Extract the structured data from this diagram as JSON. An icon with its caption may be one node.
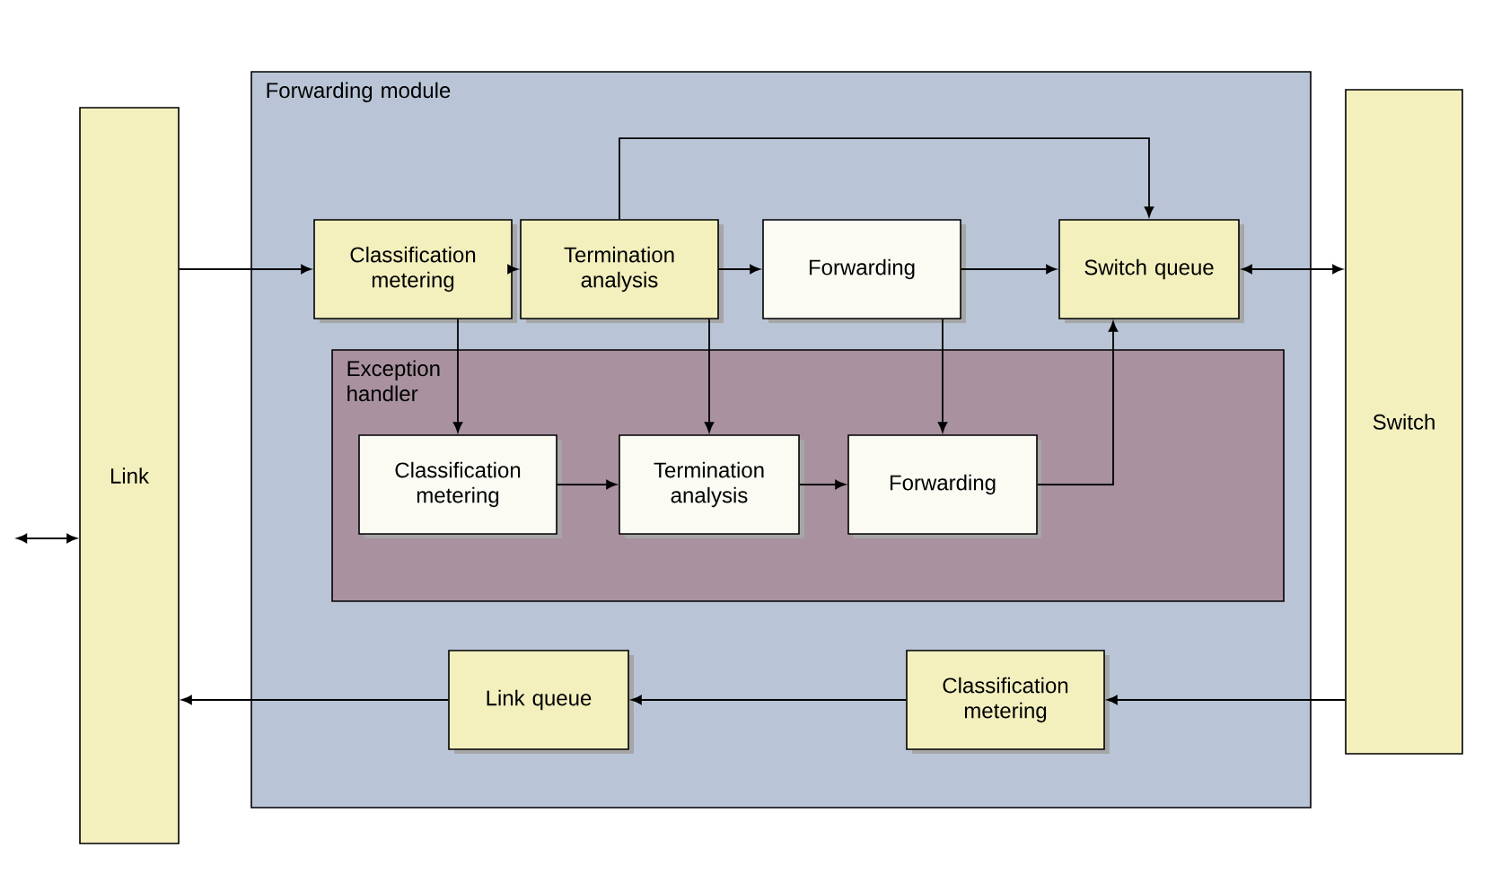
{
  "diagram": {
    "nodes": [
      {
        "text": [
          "Link"
        ]
      },
      {
        "text": [
          "Forwarding module"
        ]
      },
      {
        "text": [
          "Classification metering"
        ],
        "in": 1
      },
      {
        "text": [
          "Termination analysis"
        ],
        "in": 1
      },
      {
        "text": [
          "Forwarding"
        ],
        "in": 1
      },
      {
        "text": [
          "Switch queue"
        ],
        "in": 1
      },
      {
        "text": [
          "Exception handler"
        ],
        "in": 1
      },
      {
        "text": [
          "Classification metering"
        ],
        "in": 6
      },
      {
        "text": [
          "Termination analysis"
        ],
        "in": 6
      },
      {
        "text": [
          "Forwarding"
        ],
        "in": 6
      },
      {
        "text": [
          "Classification metering"
        ],
        "in": 1
      },
      {
        "text": [
          "Link queue"
        ],
        "in": 1
      },
      {
        "text": [
          "Switch"
        ]
      }
    ],
    "edges": [
      {
        "from": null,
        "to": 0,
        "arrow": "both"
      },
      {
        "from": 0,
        "to": 2,
        "arrow": "to"
      },
      {
        "from": 2,
        "to": 3,
        "arrow": "to"
      },
      {
        "from": 3,
        "to": 4,
        "arrow": "to"
      },
      {
        "from": 4,
        "to": 5,
        "arrow": "to"
      },
      {
        "from": 3,
        "to": 5,
        "arrow": "to"
      },
      {
        "from": 5,
        "to": 12,
        "arrow": "both"
      },
      {
        "from": 2,
        "to": 7,
        "arrow": "to"
      },
      {
        "from": 3,
        "to": 8,
        "arrow": "to"
      },
      {
        "from": 4,
        "to": 9,
        "arrow": "to"
      },
      {
        "from": 7,
        "to": 8,
        "arrow": "to"
      },
      {
        "from": 8,
        "to": 9,
        "arrow": "to"
      },
      {
        "from": 9,
        "to": 5,
        "arrow": "to"
      },
      {
        "from": 12,
        "to": 10,
        "arrow": "to"
      },
      {
        "from": 10,
        "to": 11,
        "arrow": "to"
      },
      {
        "from": 11,
        "to": 0,
        "arrow": "to"
      }
    ]
  }
}
